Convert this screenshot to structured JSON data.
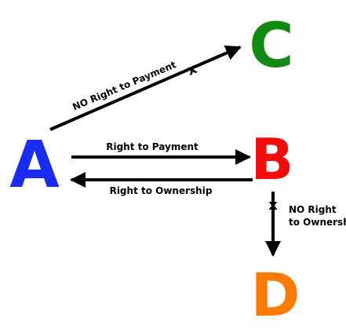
{
  "nodes": {
    "a": {
      "label": "A",
      "color": "#1a2cf2"
    },
    "b": {
      "label": "B",
      "color": "#f20d0d"
    },
    "c": {
      "label": "C",
      "color": "#128a12"
    },
    "d": {
      "label": "D",
      "color": "#ff7a00"
    }
  },
  "edges": {
    "a_to_c": {
      "label": "NO Right to Payment",
      "blocked_mark": "x"
    },
    "a_to_b": {
      "label": "Right to Payment"
    },
    "b_to_a": {
      "label": "Right to Ownership"
    },
    "b_to_d": {
      "label_line1": "NO Right",
      "label_line2": "to Ownership",
      "blocked_mark": "x"
    }
  }
}
